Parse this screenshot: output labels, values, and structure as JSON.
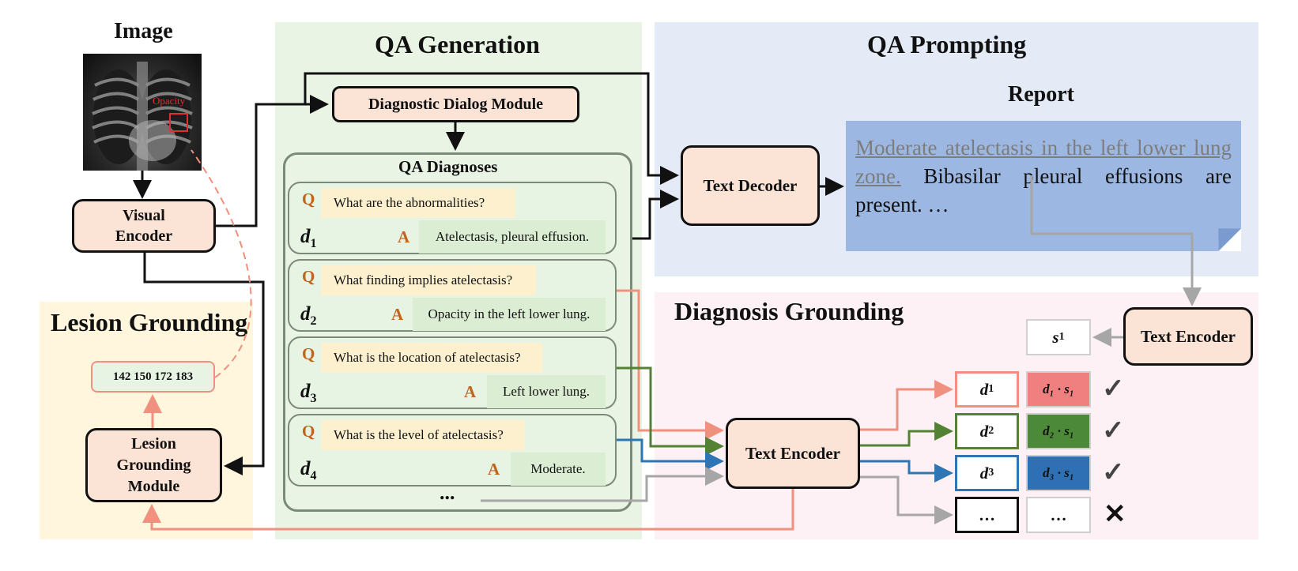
{
  "image_panel": {
    "heading": "Image",
    "annotation": "Opacity"
  },
  "visual_encoder": {
    "label": "Visual Encoder"
  },
  "lesion_grounding": {
    "heading": "Lesion Grounding",
    "bbox_text": "142 150 172 183",
    "module_label": "Lesion Grounding Module"
  },
  "qa_generation": {
    "heading": "QA Generation",
    "dialog_module": "Diagnostic Dialog Module",
    "diagnoses_title": "QA Diagnoses",
    "q_tag": "Q",
    "a_tag": "A",
    "items": [
      {
        "d": "d",
        "sub": "1",
        "question": "What are the abnormalities?",
        "answer": "Atelectasis, pleural effusion."
      },
      {
        "d": "d",
        "sub": "2",
        "question": "What finding implies atelectasis?",
        "answer": "Opacity in the left lower lung."
      },
      {
        "d": "d",
        "sub": "3",
        "question": "What is the location of atelectasis?",
        "answer": "Left lower lung."
      },
      {
        "d": "d",
        "sub": "4",
        "question": "What is the level of atelectasis?",
        "answer": "Moderate."
      }
    ],
    "more": "..."
  },
  "qa_prompting": {
    "heading": "QA Prompting",
    "text_decoder": "Text Decoder",
    "report_title": "Report",
    "report_underlined": "Moderate atelectasis in the left lower lung zone.",
    "report_rest": " Bibasilar pleural effusions are present. …"
  },
  "diagnosis_grounding": {
    "heading": "Diagnosis Grounding",
    "text_encoder_top": "Text Encoder",
    "text_encoder_center": "Text Encoder",
    "s_label": "s",
    "s_sub": "1",
    "rows": [
      {
        "d": "d",
        "sub": "1",
        "score": "d₁ · s₁",
        "mark": "✓",
        "color": "#f08080",
        "border": "#f0907e"
      },
      {
        "d": "d",
        "sub": "2",
        "score": "d₂ · s₁",
        "mark": "✓",
        "color": "#4c8a3a",
        "border": "#548235"
      },
      {
        "d": "d",
        "sub": "3",
        "score": "d₃ · s₁",
        "mark": "✓",
        "color": "#2f6fb3",
        "border": "#2e75b6"
      },
      {
        "d": "…",
        "sub": "",
        "score": "…",
        "mark": "✕",
        "color": "#ffffff",
        "border": "#111111"
      }
    ]
  },
  "colors": {
    "qa_generation_bg": "#e9f4e4",
    "qa_prompting_bg": "#e4ebf6",
    "report_bg": "#9cb8e2",
    "diagnosis_grounding_bg": "#fdf1f5",
    "lesion_grounding_bg": "#fff6dd",
    "module_fill": "#fbe3d6",
    "salmon": "#f0907e",
    "green": "#548235",
    "blue": "#2e75b6",
    "gray": "#a6a6a6"
  }
}
